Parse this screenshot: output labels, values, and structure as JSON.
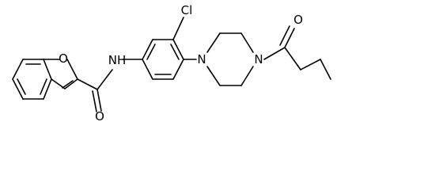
{
  "atoms": {
    "furan_oxygen": "O",
    "amide_nitrogen": "NH",
    "amide_oxygen": "O",
    "chlorine": "Cl",
    "piperazine_n1": "N",
    "piperazine_n4": "N",
    "ketone_oxygen": "O"
  }
}
